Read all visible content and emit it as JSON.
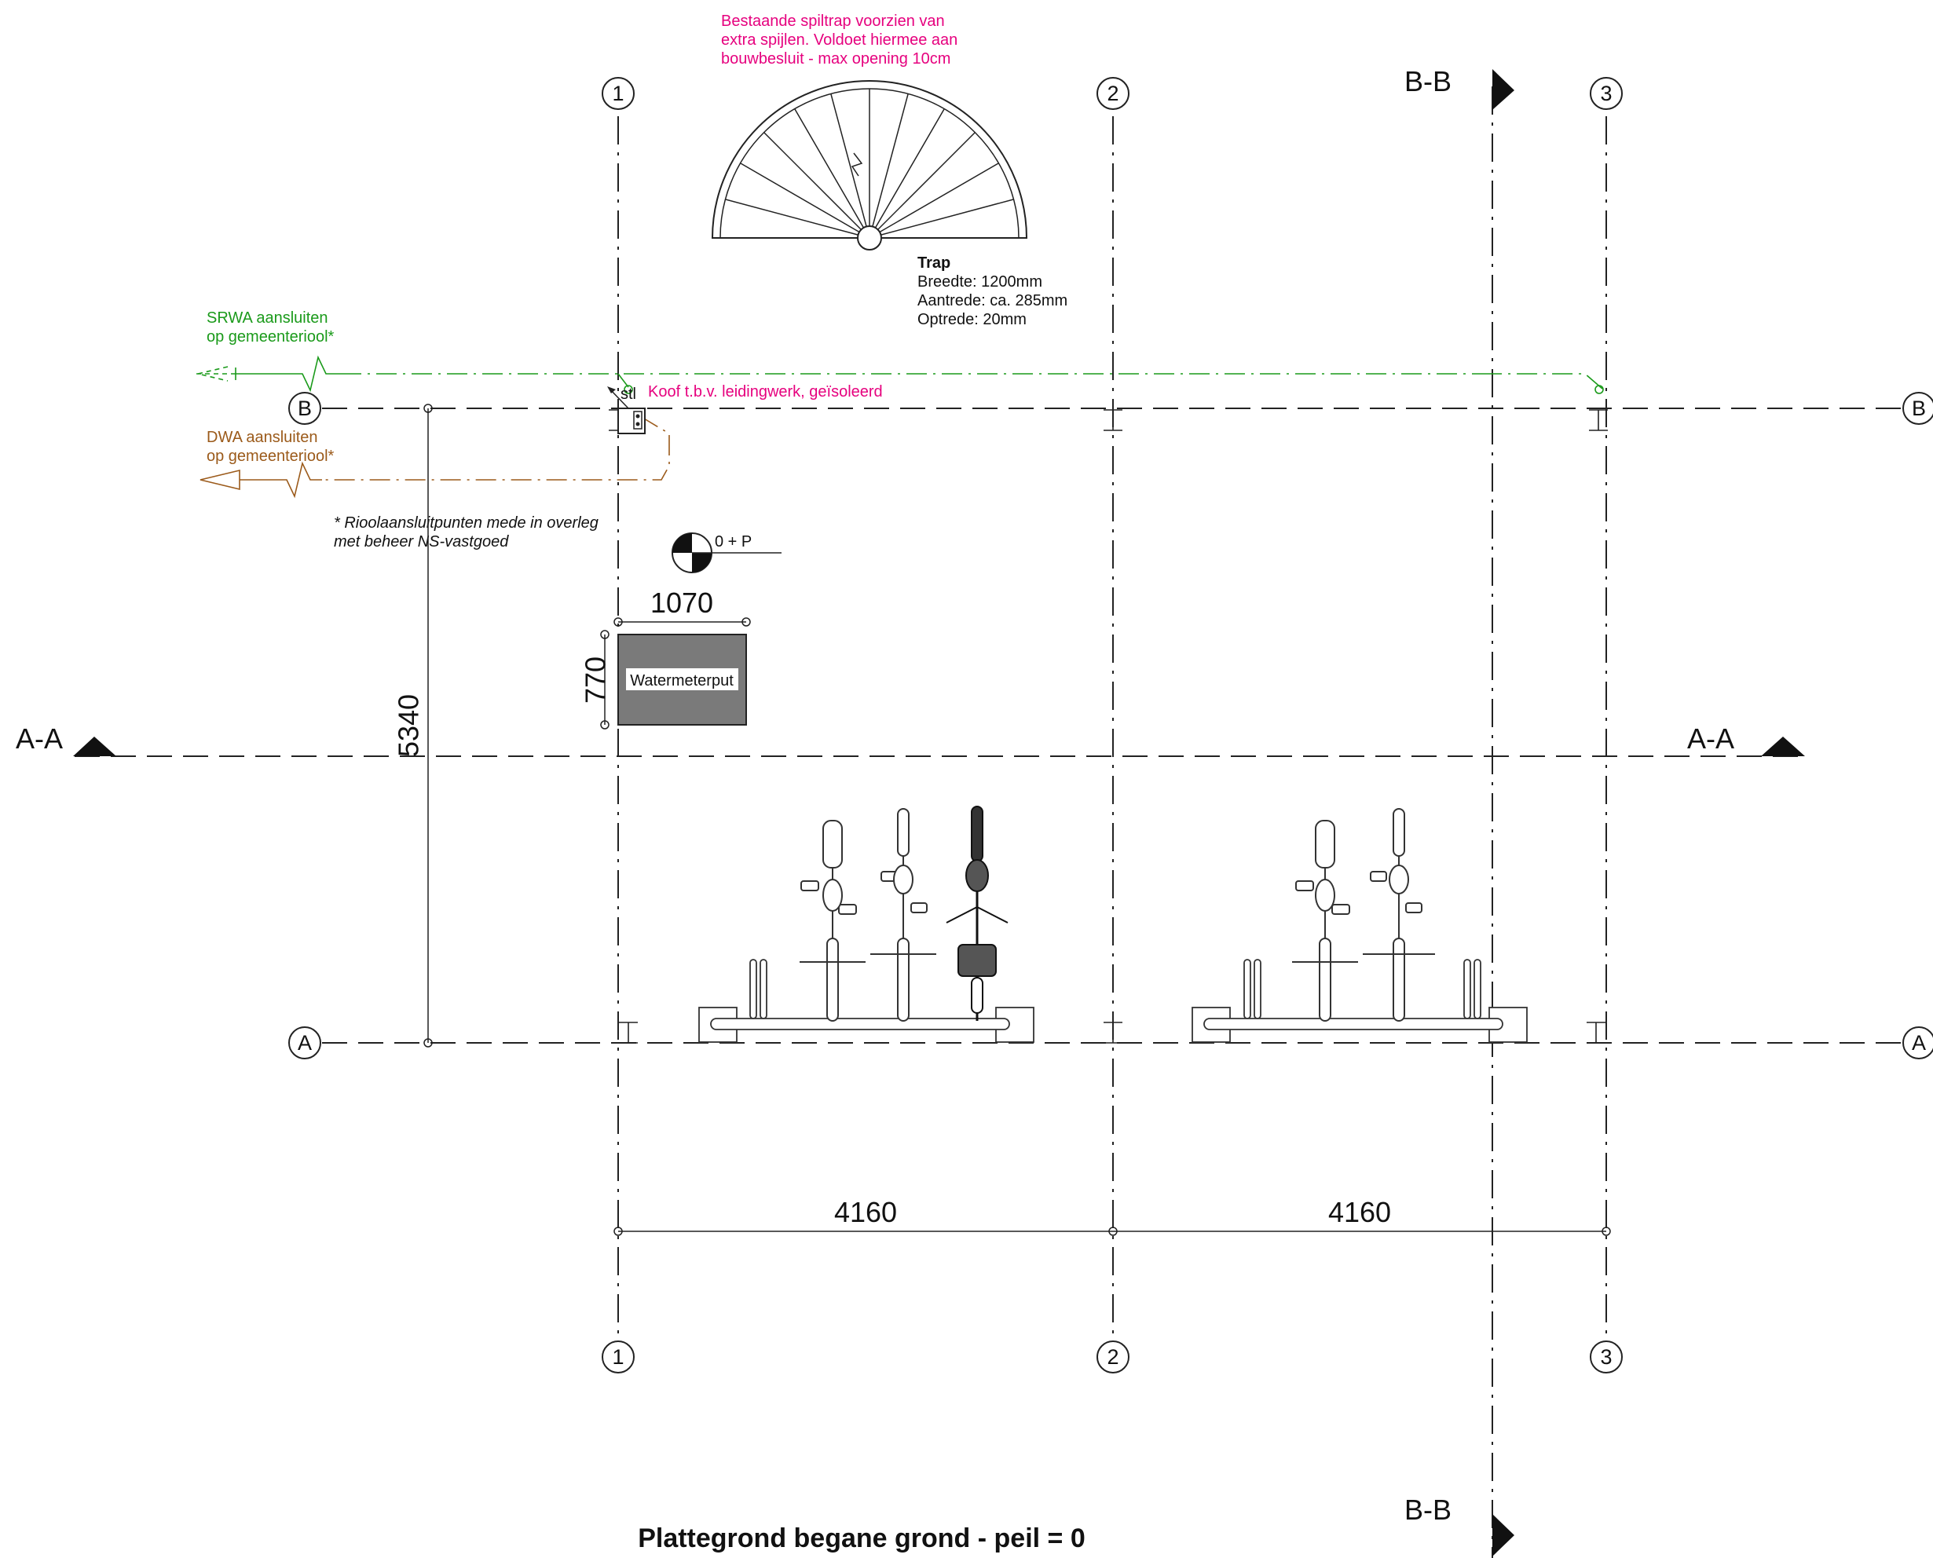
{
  "title": "Plattegrond begane grond - peil = 0",
  "grid_axes": {
    "vertical": [
      "1",
      "2",
      "3"
    ],
    "horizontal": [
      "A",
      "B"
    ]
  },
  "sections": {
    "aa": "A-A",
    "bb": "B-B"
  },
  "dimensions": {
    "bay_1": "4160",
    "bay_2": "4160",
    "depth": "5340",
    "meter_width": "1070",
    "meter_depth": "770"
  },
  "level_marker": "0 + P",
  "stair_note": [
    "Bestaande spiltrap voorzien van",
    "extra spijlen. Voldoet hiermee aan",
    "bouwbesluit - max opening 10cm"
  ],
  "stair_spec": {
    "heading": "Trap",
    "lines": [
      "Breedte: 1200mm",
      "Aantrede: ca. 285mm",
      "Optrede: 20mm"
    ]
  },
  "srwa_label": [
    "SRWA aansluiten",
    "op gemeenteriool*"
  ],
  "dwa_label": [
    "DWA aansluiten",
    "op gemeenteriool*"
  ],
  "koof_label": "Koof t.b.v. leidingwerk, geïsoleerd",
  "sewer_note": [
    "* Rioolaansluitpunten mede in overleg",
    "met beheer NS-vastgoed"
  ],
  "watermeter_label": "Watermeterput",
  "stl_label": "stl",
  "colors": {
    "annotation_pink": "#e6007e",
    "srwa_green": "#1a9a1a",
    "dwa_brown": "#9b5a1a",
    "watermeter_fill": "#7a7a7a"
  }
}
